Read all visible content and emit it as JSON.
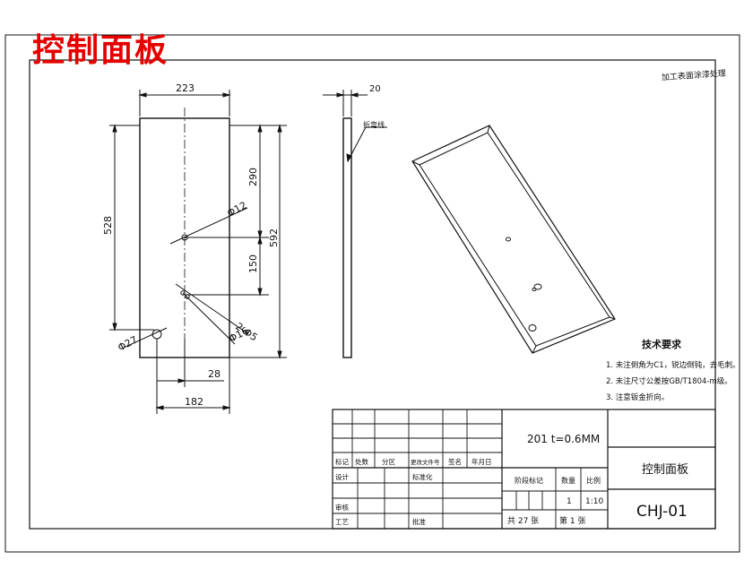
{
  "overlay_title": "控制面板",
  "top_right_note": "加工表面涂漆处理",
  "front_view": {
    "dim_width_top": "223",
    "dim_height_left": "528",
    "dim_upper_segment": "290",
    "dim_height_total": "592",
    "dim_hole_spacing": "150",
    "dim_hole_d12": "Φ12",
    "dim_holes_2x": "2-Φ5",
    "dim_bend_d16": "Φ16",
    "dim_hole_d27": "Φ27",
    "dim_offset": "28",
    "dim_width_bottom": "182"
  },
  "side_view": {
    "dim_thickness": "20",
    "leader_note": "折弯线"
  },
  "tech_requirements": {
    "heading": "技术要求",
    "items": [
      "1.  未注倒角为C1，锐边倒钝，去毛刺。",
      "2.  未注尺寸公差按GB/T1804-m级。",
      "3.  注意钣金折向。"
    ]
  },
  "title_block": {
    "material": "201 t=0.6MM",
    "part_name": "控制面板",
    "drawing_no": "CHJ-01",
    "rev_row_labels": [
      "标记",
      "处数",
      "分区",
      "更改文件号",
      "签名",
      "年月日"
    ],
    "design_label": "设计",
    "standard_label": "标准化",
    "review_label": "审核",
    "process_label": "工艺",
    "approve_label": "批准",
    "stage_label": "阶段标记",
    "quantity_label": "数量",
    "scale_label": "比例",
    "quantity_value": "1",
    "scale_value": "1:10",
    "sheet_total": "共 27 张",
    "sheet_num": "第 1 张"
  },
  "colors": {
    "line": "#111111",
    "title_red": "#e60000"
  }
}
